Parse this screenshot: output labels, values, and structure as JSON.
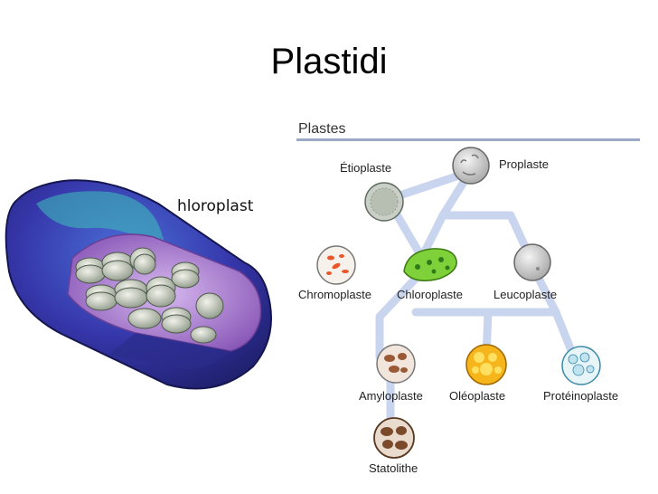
{
  "title": "Plastidi",
  "cell_label": "hloroplast",
  "diagram": {
    "header": "Plastes",
    "nodes": {
      "proplaste": "Proplaste",
      "etioplaste": "Étioplaste",
      "chromoplaste": "Chromoplaste",
      "chloroplaste": "Chloroplaste",
      "leucoplaste": "Leucoplaste",
      "amyloplaste": "Amyloplaste",
      "oleoplaste": "Oléoplaste",
      "proteinoplaste": "Protéinoplaste",
      "statolithe": "Statolithe"
    }
  },
  "colors": {
    "connector": "#c9d5ee",
    "header_rule": "#9aa9c4",
    "chloroplast_body": "#3f3fb0",
    "chloroplast_interior": "#b48ad6",
    "chloroplast_green": "#7fd13a",
    "oleoplast_yellow": "#f6b51a",
    "amyloplast_brown": "#9a5a35"
  }
}
